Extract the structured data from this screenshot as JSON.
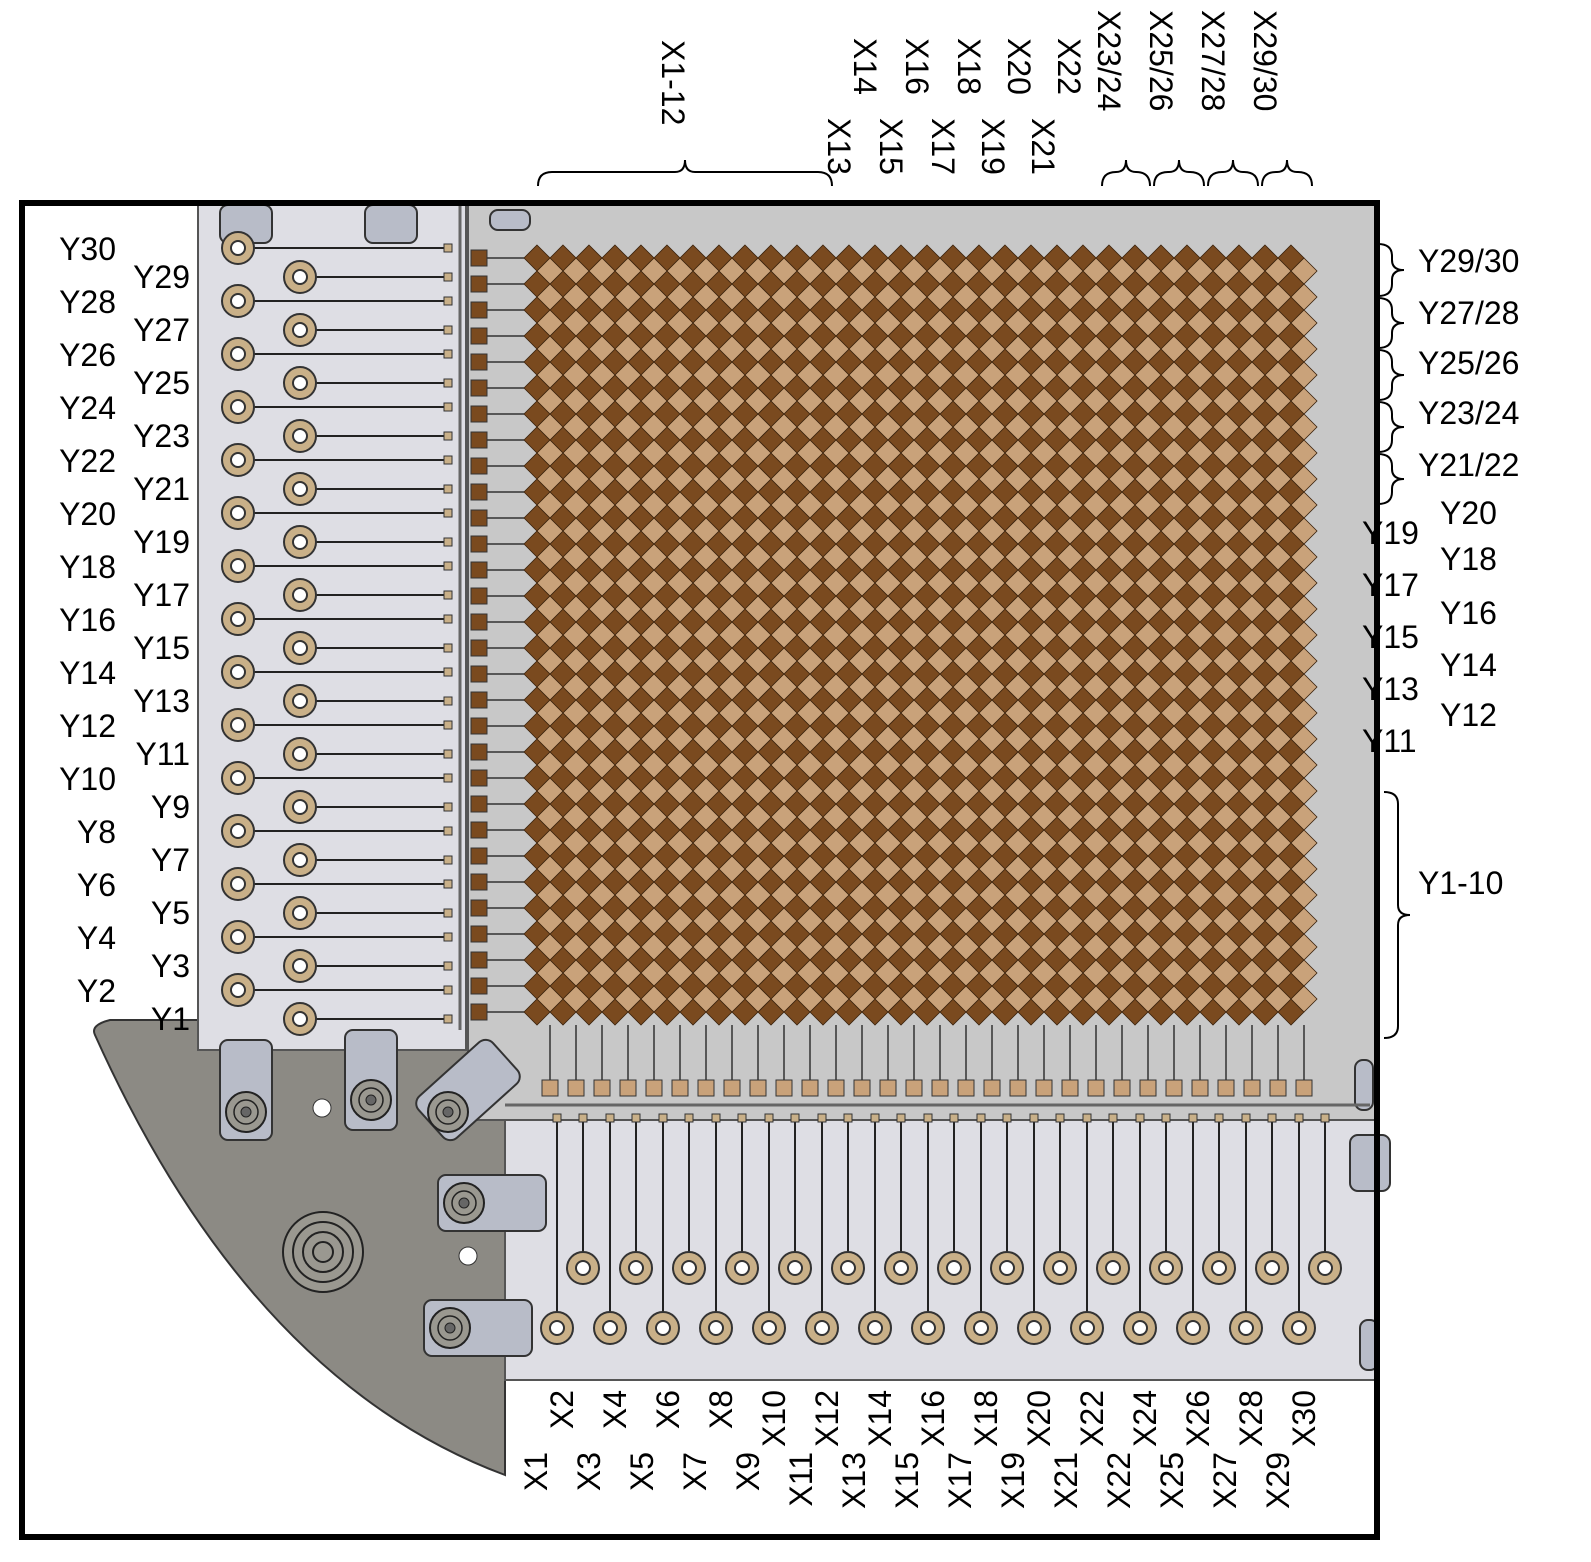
{
  "top_labels": {
    "group_x1_12": "X1-12",
    "singles": [
      {
        "upper": "X14",
        "lower": "X13"
      },
      {
        "upper": "X16",
        "lower": "X15"
      },
      {
        "upper": "X18",
        "lower": "X17"
      },
      {
        "upper": "X20",
        "lower": "X19"
      },
      {
        "upper": "X22",
        "lower": "X21"
      }
    ],
    "pairs": [
      "X23/24",
      "X25/26",
      "X27/28",
      "X29/30"
    ]
  },
  "left_labels": {
    "even": [
      "Y30",
      "Y28",
      "Y26",
      "Y24",
      "Y22",
      "Y20",
      "Y18",
      "Y16",
      "Y14",
      "Y12",
      "Y10",
      "Y8",
      "Y6",
      "Y4",
      "Y2"
    ],
    "odd": [
      "Y29",
      "Y27",
      "Y25",
      "Y23",
      "Y21",
      "Y19",
      "Y17",
      "Y15",
      "Y13",
      "Y11",
      "Y9",
      "Y7",
      "Y5",
      "Y3",
      "Y1"
    ]
  },
  "right_labels": {
    "pairs": [
      "Y29/30",
      "Y27/28",
      "Y25/26",
      "Y23/24",
      "Y21/22"
    ],
    "inner": [
      "Y19",
      "Y17",
      "Y15",
      "Y13",
      "Y11"
    ],
    "outer": [
      "Y20",
      "Y18",
      "Y16",
      "Y14",
      "Y12"
    ],
    "group_y1_10": "Y1-10"
  },
  "bottom_labels": {
    "even": [
      "X2",
      "X4",
      "X6",
      "X8",
      "X10",
      "X12",
      "X14",
      "X16",
      "X18",
      "X20",
      "X22",
      "X24",
      "X26",
      "X28",
      "X30"
    ],
    "odd": [
      "X1",
      "X3",
      "X5",
      "X7",
      "X9",
      "X11",
      "X13",
      "X15",
      "X17",
      "X19",
      "X21",
      "X22",
      "X25",
      "X27",
      "X29"
    ]
  },
  "colors": {
    "diamond_dark": "#7a4a1f",
    "diamond_light": "#c9a27a",
    "board": "#c8c8c8",
    "panel": "#dedee4",
    "base_plate": "#8c8a84",
    "pad": "#c9b088"
  }
}
